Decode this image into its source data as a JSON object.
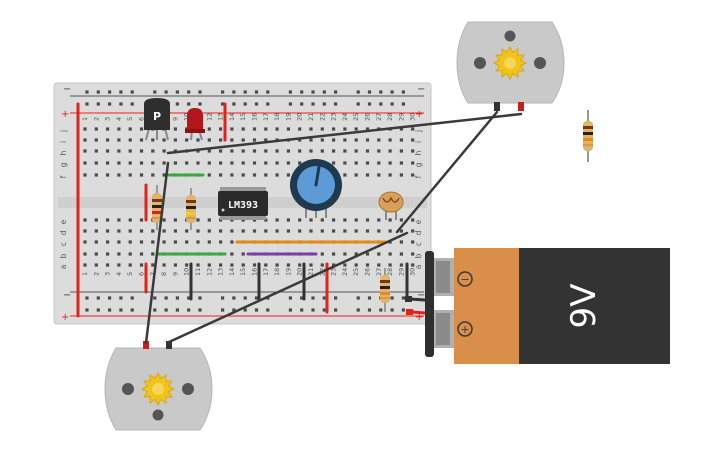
{
  "breadboard": {
    "rail_minus": "−",
    "rail_plus": "+",
    "column_numbers": [
      "1",
      "2",
      "3",
      "4",
      "5",
      "6",
      "7",
      "8",
      "9",
      "10",
      "11",
      "12",
      "13",
      "14",
      "15",
      "16",
      "17",
      "18",
      "19",
      "20",
      "21",
      "22",
      "23",
      "24",
      "25",
      "26",
      "27",
      "28",
      "29",
      "30"
    ],
    "row_letters_top": [
      "j",
      "i",
      "h",
      "g",
      "f"
    ],
    "row_letters_bottom": [
      "e",
      "d",
      "c",
      "b",
      "a"
    ]
  },
  "components": {
    "ic_label": "LM393",
    "transistor_label": "P",
    "battery_label": "9V",
    "battery_minus": "−",
    "battery_plus": "+"
  },
  "colors": {
    "board": "#dcdcdc",
    "rail_red": "#e2231a",
    "rail_dark": "#333333",
    "wire_green": "#3aa83a",
    "wire_orange": "#e48b16",
    "wire_purple": "#7a3fa5",
    "wire_black": "#3a3a3a",
    "pot_blue": "#5d9bd6",
    "battery_orange": "#d98e4a",
    "battery_body": "#333333",
    "motor_body": "#c9c9c9",
    "gear_yellow": "#f2c318"
  }
}
